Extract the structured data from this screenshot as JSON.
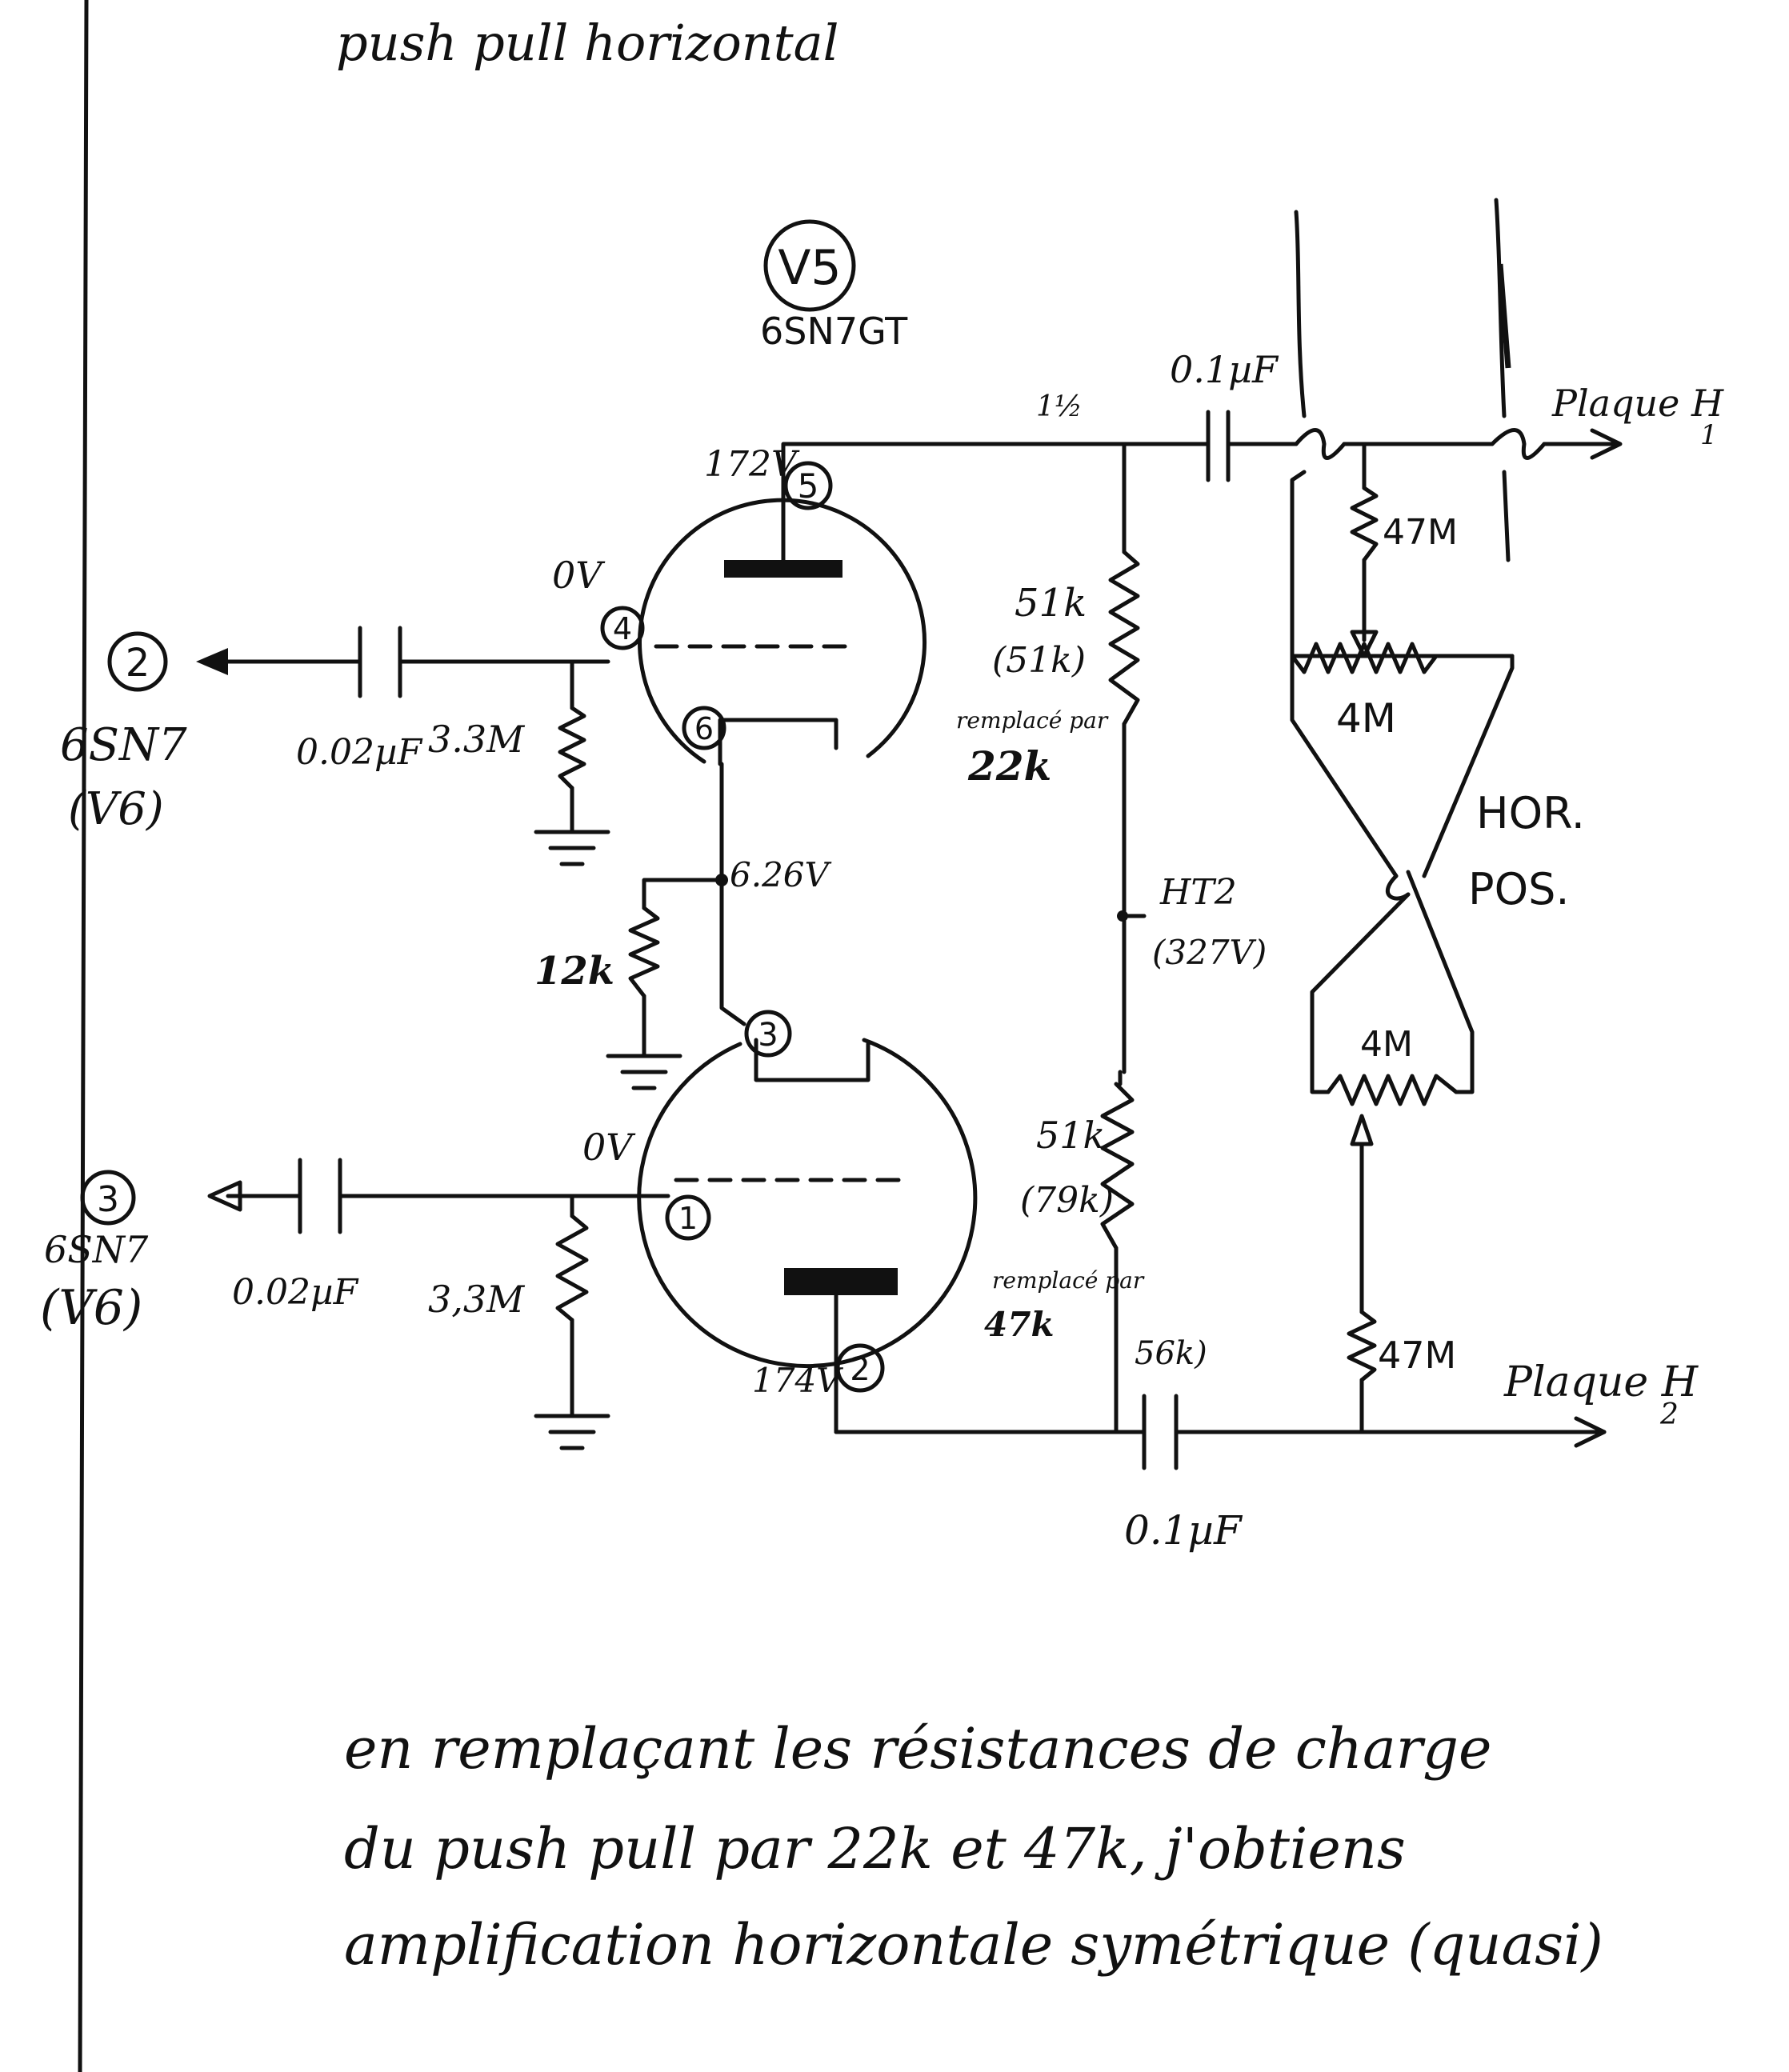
{
  "title": "push pull horizontal",
  "tube": {
    "circle_label": "V5",
    "type": "6SN7GT"
  },
  "pins": {
    "p1": "1",
    "p2": "2",
    "p3": "3",
    "p4": "4",
    "p5": "5",
    "p6": "6"
  },
  "voltages": {
    "plate_top": "172V",
    "plate_top_note": "1½",
    "grid_top": "0V",
    "grid_bottom": "0V",
    "cathode": "6.26V",
    "plate_bottom": "174V",
    "ht2": "HT2",
    "ht2_value": "(327V)"
  },
  "components": {
    "cap_in_top": "0.02µF",
    "res_grid_top": "3.3M",
    "cap_in_bottom": "0.02µF",
    "res_grid_bottom": "3,3M",
    "res_cathode": "12k",
    "res_load_top": "51k",
    "res_load_top_meas": "(51k)",
    "res_load_top_note": "remplacé par",
    "res_load_top_new": "22k",
    "res_load_bottom": "51k",
    "res_load_bottom_meas": "(79k)",
    "res_load_bottom_note": "remplacé par",
    "res_load_bottom_new": "47k",
    "res_load_bottom_extra": "56k)",
    "cap_out_top": "0.1µF",
    "cap_out_bottom": "0.1µF",
    "res_47m_top": "47M",
    "res_47m_bottom": "47M",
    "pot_top": "4M",
    "pot_bottom": "4M",
    "hor_pos_1": "HOR.",
    "hor_pos_2": "POS."
  },
  "connectors": {
    "in_top_num": "2",
    "in_top_tube": "6SN7",
    "in_top_ref": "(V6)",
    "in_bottom_num": "3",
    "in_bottom_tube": "6SN7",
    "in_bottom_ref": "(V6)",
    "out_top_label": "Plaque H",
    "out_top_sub": "1",
    "out_bottom_label": "Plaque H",
    "out_bottom_sub": "2"
  },
  "note": {
    "line1": "en remplaçant les résistances de charge",
    "line2": "du push pull par 22k et 47k, j'obtiens",
    "line3": "amplification horizontale symétrique (quasi)"
  }
}
